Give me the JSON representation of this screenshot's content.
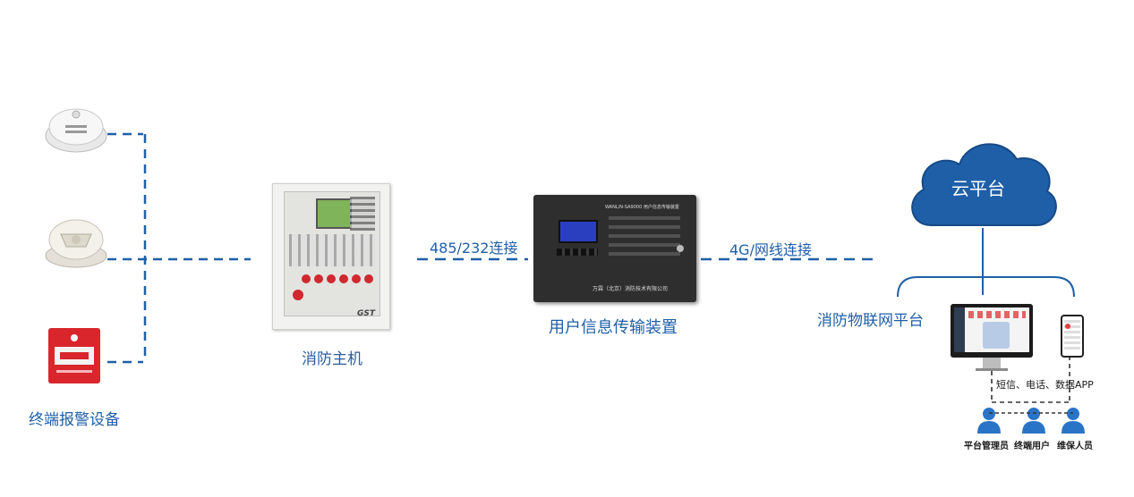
{
  "labels": {
    "terminal_devices": "终端报警设备",
    "fire_host": "消防主机",
    "conn_485": "485/232连接",
    "transfer_device": "用户信息传输装置",
    "conn_4g": "4G/网线连接",
    "cloud": "云平台",
    "iot_platform": "消防物联网平台",
    "notify": "短信、电话、数据APP",
    "users": [
      "平台管理员",
      "终端用户",
      "维保人员"
    ]
  },
  "device_text": {
    "host_brand": "GST",
    "transfer_model": "WANL/N-SA9000 用户信息传输装置",
    "transfer_maker": "万霖（北京）消防技术有限公司"
  },
  "colors": {
    "line": "#1f5fa8",
    "cloud": "#1f5fa8",
    "person": "#2a74c8",
    "alarm_red": "#d8262c"
  }
}
